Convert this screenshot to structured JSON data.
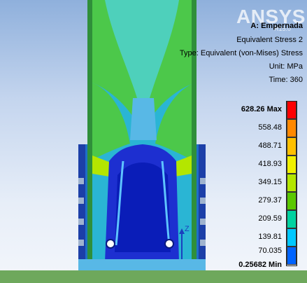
{
  "watermark": {
    "brand": "ANSYS",
    "version": "R15.0"
  },
  "info": {
    "title": "A: Empernada",
    "result": "Equivalent Stress 2",
    "type": "Type: Equivalent (von-Mises) Stress",
    "unit": "Unit: MPa",
    "time": "Time: 360"
  },
  "legend": {
    "max_label": "628.26 Max",
    "min_label": "0.25682 Min",
    "labels": [
      "558.48",
      "488.71",
      "418.93",
      "349.15",
      "279.37",
      "209.59",
      "139.81",
      "70.035"
    ],
    "colors": [
      "#ff0000",
      "#ff8800",
      "#ffc000",
      "#f0f000",
      "#b4e600",
      "#5ac800",
      "#00d2a0",
      "#00c8ff",
      "#0064ff"
    ]
  },
  "triad": {
    "axis": "Z"
  }
}
